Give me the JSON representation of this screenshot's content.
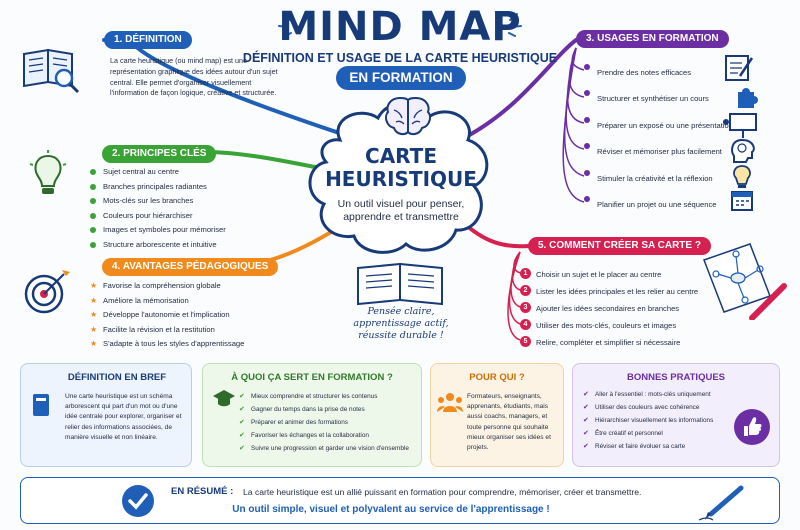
{
  "title": "MIND MAP",
  "subtitle": "DÉFINITION ET USAGE DE LA CARTE HEURISTIQUE",
  "pill": "EN FORMATION",
  "center": {
    "title": "CARTE HEURISTIQUE",
    "sub": "Un outil visuel pour penser, apprendre et transmettre"
  },
  "slogan": "Pensée claire, apprentissage actif, réussite durable !",
  "colors": {
    "blue": "#1f5fb8",
    "green": "#3aa335",
    "orange": "#f08a1c",
    "purple": "#6b2fa3",
    "pink": "#d6204f",
    "navy": "#173a78"
  },
  "branches": {
    "definition": {
      "label": "1. DÉFINITION",
      "text": "La carte heuristique (ou mind map) est une représentation graphique des idées autour d'un sujet central. Elle permet d'organiser visuellement l'information de façon logique, créative et structurée."
    },
    "principes": {
      "label": "2. PRINCIPES CLÉS",
      "items": [
        "Sujet central au centre",
        "Branches principales radiantes",
        "Mots-clés sur les branches",
        "Couleurs pour hiérarchiser",
        "Images et symboles pour mémoriser",
        "Structure arborescente et intuitive"
      ]
    },
    "avantages": {
      "label": "4. AVANTAGES PÉDAGOGIQUES",
      "items": [
        "Favorise la compréhension globale",
        "Améliore la mémorisation",
        "Développe l'autonomie et l'implication",
        "Facilite la révision et la restitution",
        "S'adapte à tous les styles d'apprentissage"
      ]
    },
    "usages": {
      "label": "3. USAGES EN FORMATION",
      "items": [
        "Prendre des notes efficaces",
        "Structurer et synthétiser un cours",
        "Préparer un exposé ou une présentation",
        "Réviser et mémoriser plus facilement",
        "Stimuler la créativité et la réflexion",
        "Planifier un projet ou une séquence"
      ]
    },
    "creer": {
      "label": "5. COMMENT CRÉER SA CARTE ?",
      "items": [
        "Choisir un sujet et le placer au centre",
        "Lister les idées principales et les relier au centre",
        "Ajouter les idées secondaires en branches",
        "Utiliser des mots-clés, couleurs et images",
        "Relire, compléter et simplifier si nécessaire"
      ],
      "numbers": [
        "1",
        "2",
        "3",
        "4",
        "5"
      ]
    }
  },
  "cards": {
    "bref": {
      "title": "DÉFINITION EN BREF",
      "text": "Une carte heuristique est un schéma arborescent qui part d'un mot ou d'une idée centrale pour explorer, organiser et relier des informations associées, de manière visuelle et non linéaire."
    },
    "aquoi": {
      "title": "À QUOI ÇA SERT EN FORMATION ?",
      "items": [
        "Mieux comprendre et structurer les contenus",
        "Gagner du temps dans la prise de notes",
        "Préparer et animer des formations",
        "Favoriser les échanges et la collaboration",
        "Suivre une progression et garder une vision d'ensemble"
      ]
    },
    "pourqui": {
      "title": "POUR QUI ?",
      "text": "Formateurs, enseignants, apprenants, étudiants, mais aussi coachs, managers, et toute personne qui souhaite mieux organiser ses idées et projets."
    },
    "bonnes": {
      "title": "BONNES PRATIQUES",
      "items": [
        "Aller à l'essentiel : mots-clés uniquement",
        "Utiliser des couleurs avec cohérence",
        "Hiérarchiser visuellement les informations",
        "Être créatif et personnel",
        "Réviser et faire évoluer sa carte"
      ]
    }
  },
  "resume": {
    "label": "EN RÉSUMÉ :",
    "text": "La carte heuristique est un allié puissant en formation pour comprendre, mémoriser, créer et transmettre.",
    "tagline": "Un outil simple, visuel et polyvalent au service de l'apprentissage !"
  }
}
